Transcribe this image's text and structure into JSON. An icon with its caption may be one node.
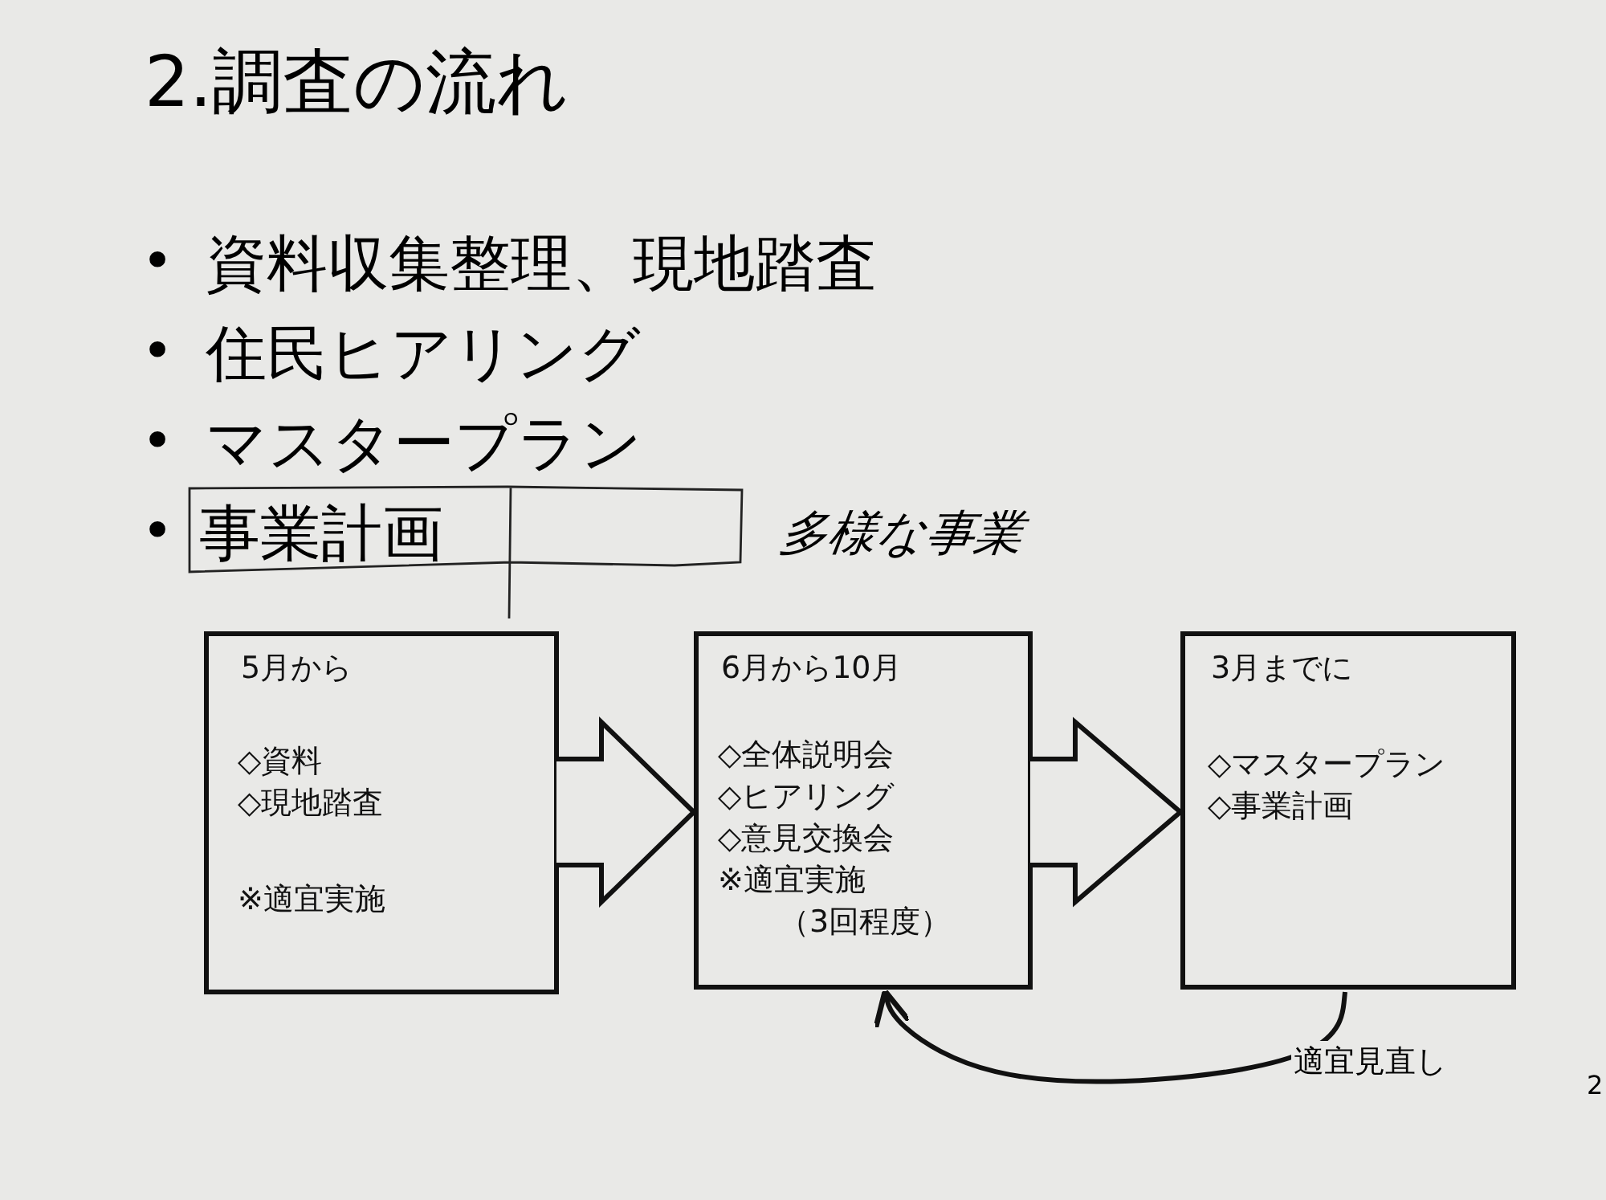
{
  "diagram": {
    "title": "2.調査の流れ",
    "nodes": [
      {
        "text": [
          "5月から",
          "◇資料",
          "◇現地踏査",
          "※適宜実施"
        ]
      },
      {
        "text": [
          "6月から10月",
          "◇全体説明会",
          "◇ヒアリング",
          "◇意見交換会",
          "※適宜実施",
          "（3回程度）"
        ]
      },
      {
        "text": [
          "3月までに",
          "◇マスタープラン",
          "◇事業計画"
        ]
      }
    ],
    "edges": [
      {
        "from": 0,
        "to": 1,
        "arrow": "to"
      },
      {
        "from": 1,
        "to": 2,
        "arrow": "to"
      },
      {
        "from": 2,
        "to": 1,
        "arrow": "to",
        "label": "適宜見直し"
      }
    ],
    "labels": [
      "•",
      "資料収集整理、現地踏査",
      "•",
      "住民ヒアリング",
      "•",
      "マスタープラン",
      "•",
      "事業計画",
      "多様な事業",
      "2"
    ]
  }
}
